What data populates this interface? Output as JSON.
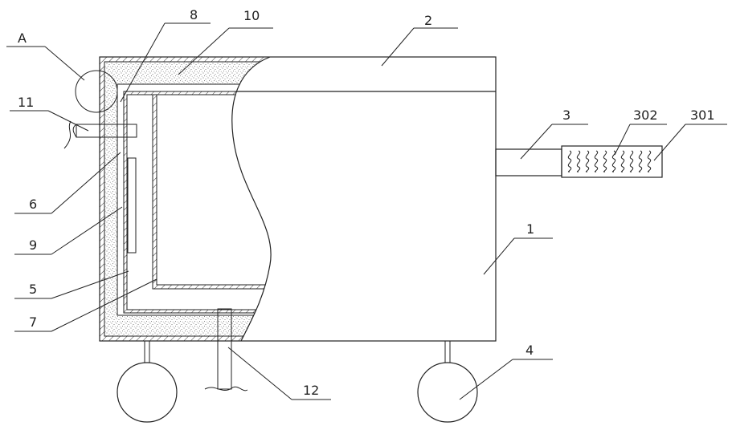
{
  "figure": {
    "callouts": [
      {
        "id": "A",
        "text": "A"
      },
      {
        "id": "8",
        "text": "8"
      },
      {
        "id": "10",
        "text": "10"
      },
      {
        "id": "2",
        "text": "2"
      },
      {
        "id": "11",
        "text": "11"
      },
      {
        "id": "3",
        "text": "3"
      },
      {
        "id": "302",
        "text": "302"
      },
      {
        "id": "301",
        "text": "301"
      },
      {
        "id": "1",
        "text": "1"
      },
      {
        "id": "6",
        "text": "6"
      },
      {
        "id": "9",
        "text": "9"
      },
      {
        "id": "5",
        "text": "5"
      },
      {
        "id": "7",
        "text": "7"
      },
      {
        "id": "4",
        "text": "4"
      },
      {
        "id": "12",
        "text": "12"
      }
    ]
  },
  "colors": {
    "line": "#222222",
    "background": "#ffffff",
    "insulation_speckle": "#555555"
  }
}
